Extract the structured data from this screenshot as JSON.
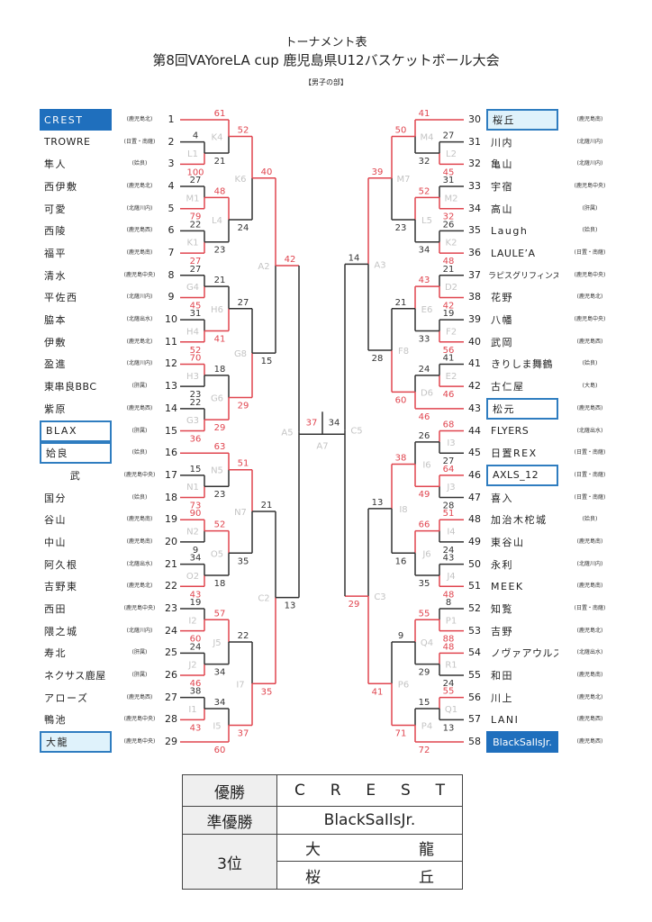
{
  "header": {
    "title": "トーナメント表",
    "subtitle": "第8回VAYoreLA cup 鹿児島県U12バスケットボール大会",
    "division": "【男子の部】"
  },
  "colors": {
    "win": "#e0454f",
    "lose": "#333333",
    "accent": "#1f6fbd",
    "light": "#dff2fb"
  },
  "teams_left": [
    {
      "no": "1",
      "name": "CREST",
      "region": "(鹿児島北)",
      "highlight": "fill"
    },
    {
      "no": "2",
      "name": "TROWRE",
      "region": "(日置・南薩)"
    },
    {
      "no": "3",
      "name": "隼人",
      "region": "(姶良)"
    },
    {
      "no": "4",
      "name": "西伊敷",
      "region": "(鹿児島北)"
    },
    {
      "no": "5",
      "name": "可愛",
      "region": "(北薩川内)"
    },
    {
      "no": "6",
      "name": "西陵",
      "region": "(鹿児島西)"
    },
    {
      "no": "7",
      "name": "福平",
      "region": "(鹿児島南)"
    },
    {
      "no": "8",
      "name": "清水",
      "region": "(鹿児島中央)"
    },
    {
      "no": "9",
      "name": "平佐西",
      "region": "(北薩川内)"
    },
    {
      "no": "10",
      "name": "脇本",
      "region": "(北薩出水)"
    },
    {
      "no": "11",
      "name": "伊敷",
      "region": "(鹿児島北)"
    },
    {
      "no": "12",
      "name": "盈進",
      "region": "(北薩川内)"
    },
    {
      "no": "13",
      "name": "東串良BBC",
      "region": "(肝属)"
    },
    {
      "no": "14",
      "name": "紫原",
      "region": "(鹿児島西)"
    },
    {
      "no": "15",
      "name": "BLAX",
      "region": "(肝属)",
      "highlight": "box"
    },
    {
      "no": "16",
      "name": "姶良",
      "region": "(姶良)",
      "highlight": "box"
    },
    {
      "no": "17",
      "name": "武",
      "region": "(鹿児島中央)"
    },
    {
      "no": "18",
      "name": "国分",
      "region": "(姶良)"
    },
    {
      "no": "19",
      "name": "谷山",
      "region": "(鹿児島南)"
    },
    {
      "no": "20",
      "name": "中山",
      "region": "(鹿児島南)"
    },
    {
      "no": "21",
      "name": "阿久根",
      "region": "(北薩出水)"
    },
    {
      "no": "22",
      "name": "吉野東",
      "region": "(鹿児島北)"
    },
    {
      "no": "23",
      "name": "西田",
      "region": "(鹿児島中央)"
    },
    {
      "no": "24",
      "name": "隈之城",
      "region": "(北薩川内)"
    },
    {
      "no": "25",
      "name": "寿北",
      "region": "(肝属)"
    },
    {
      "no": "26",
      "name": "ネクサス鹿屋",
      "region": "(肝属)"
    },
    {
      "no": "27",
      "name": "アローズ",
      "region": "(鹿児島西)"
    },
    {
      "no": "28",
      "name": "鴨池",
      "region": "(鹿児島中央)"
    },
    {
      "no": "29",
      "name": "大龍",
      "region": "(鹿児島中央)",
      "highlight": "boxlight"
    }
  ],
  "teams_right": [
    {
      "no": "30",
      "name": "桜丘",
      "region": "(鹿児島南)",
      "highlight": "boxlight"
    },
    {
      "no": "31",
      "name": "川内",
      "region": "(北薩川内)"
    },
    {
      "no": "32",
      "name": "亀山",
      "region": "(北薩川内)"
    },
    {
      "no": "33",
      "name": "宇宿",
      "region": "(鹿児島中央)"
    },
    {
      "no": "34",
      "name": "高山",
      "region": "(肝属)"
    },
    {
      "no": "35",
      "name": "Laugh",
      "region": "(姶良)"
    },
    {
      "no": "36",
      "name": "LAULE’A",
      "region": "(日置・南薩)"
    },
    {
      "no": "37",
      "name": "ラピスグリフィンズ",
      "region": "(鹿児島中央)"
    },
    {
      "no": "38",
      "name": "花野",
      "region": "(鹿児島北)"
    },
    {
      "no": "39",
      "name": "八幡",
      "region": "(鹿児島中央)"
    },
    {
      "no": "40",
      "name": "武岡",
      "region": "(鹿児島西)"
    },
    {
      "no": "41",
      "name": "きりしま舞鶴",
      "region": "(姶良)"
    },
    {
      "no": "42",
      "name": "古仁屋",
      "region": "(大島)"
    },
    {
      "no": "43",
      "name": "松元",
      "region": "(鹿児島西)",
      "highlight": "box"
    },
    {
      "no": "44",
      "name": "FLYERS",
      "region": "(北薩出水)"
    },
    {
      "no": "45",
      "name": "日置REX",
      "region": "(日置・南薩)"
    },
    {
      "no": "46",
      "name": "AXLS_12",
      "region": "(日置・南薩)",
      "highlight": "box"
    },
    {
      "no": "47",
      "name": "喜入",
      "region": "(日置・南薩)"
    },
    {
      "no": "48",
      "name": "加治木柁城",
      "region": "(姶良)"
    },
    {
      "no": "49",
      "name": "東谷山",
      "region": "(鹿児島南)"
    },
    {
      "no": "50",
      "name": "永利",
      "region": "(北薩川内)"
    },
    {
      "no": "51",
      "name": "MEEK",
      "region": "(鹿児島南)"
    },
    {
      "no": "52",
      "name": "知覧",
      "region": "(日置・南薩)"
    },
    {
      "no": "53",
      "name": "吉野",
      "region": "(鹿児島北)"
    },
    {
      "no": "54",
      "name": "ノヴァアウルズ",
      "region": "(北薩出水)"
    },
    {
      "no": "55",
      "name": "和田",
      "region": "(鹿児島南)"
    },
    {
      "no": "56",
      "name": "川上",
      "region": "(鹿児島北)"
    },
    {
      "no": "57",
      "name": "LANI",
      "region": "(鹿児島西)"
    },
    {
      "no": "58",
      "name": "BlackSaIlsJr.",
      "region": "(鹿児島西)",
      "highlight": "fill"
    }
  ],
  "bracket": {
    "left": {
      "label": "A5",
      "scores": [
        42,
        13
      ],
      "a": {
        "label": "A2",
        "scores": [
          40,
          15
        ],
        "a": {
          "label": "K6",
          "scores": [
            52,
            24
          ],
          "a": {
            "label": "K4",
            "scores": [
              61,
              21
            ],
            "a": 1,
            "b": {
              "label": "L1",
              "scores": [
                4,
                100
              ],
              "a": 2,
              "b": 3
            }
          },
          "b": {
            "label": "L4",
            "scores": [
              48,
              23
            ],
            "a": {
              "label": "M1",
              "scores": [
                27,
                79
              ],
              "a": 4,
              "b": 5
            },
            "b": {
              "label": "K1",
              "scores": [
                22,
                27
              ],
              "a": 6,
              "b": 7
            }
          }
        },
        "b": {
          "label": "G8",
          "scores": [
            27,
            29
          ],
          "a": {
            "label": "H6",
            "scores": [
              21,
              41
            ],
            "a": {
              "label": "G4",
              "scores": [
                27,
                45
              ],
              "a": 8,
              "b": 9
            },
            "b": {
              "label": "H4",
              "scores": [
                31,
                52
              ],
              "a": 10,
              "b": 11
            }
          },
          "b": {
            "label": "G6",
            "scores": [
              18,
              29
            ],
            "a": {
              "label": "H3",
              "scores": [
                70,
                23
              ],
              "a": 12,
              "b": 13
            },
            "b": {
              "label": "G3",
              "scores": [
                22,
                36
              ],
              "a": 14,
              "b": 15
            }
          }
        }
      },
      "b": {
        "label": "C2",
        "scores": [
          21,
          35
        ],
        "a": {
          "label": "N7",
          "scores": [
            51,
            35
          ],
          "a": {
            "label": "N5",
            "scores": [
              63,
              23
            ],
            "a": 16,
            "b": {
              "label": "N1",
              "scores": [
                15,
                73
              ],
              "a": 17,
              "b": 18
            }
          },
          "b": {
            "label": "O5",
            "scores": [
              52,
              18
            ],
            "a": {
              "label": "N2",
              "scores": [
                90,
                9
              ],
              "a": 19,
              "b": 20
            },
            "b": {
              "label": "O2",
              "scores": [
                34,
                43
              ],
              "a": 21,
              "b": 22
            }
          }
        },
        "b": {
          "label": "I7",
          "scores": [
            22,
            37
          ],
          "a": {
            "label": "J5",
            "scores": [
              57,
              34
            ],
            "a": {
              "label": "I2",
              "scores": [
                19,
                60
              ],
              "a": 23,
              "b": 24
            },
            "b": {
              "label": "J2",
              "scores": [
                24,
                46
              ],
              "a": 25,
              "b": 26
            }
          },
          "b": {
            "label": "I5",
            "scores": [
              34,
              60
            ],
            "a": {
              "label": "I1",
              "scores": [
                38,
                43
              ],
              "a": 27,
              "b": 28
            },
            "b": 29
          }
        }
      }
    },
    "right": {
      "label": "C5",
      "scores": [
        14,
        29
      ],
      "a": {
        "label": "A3",
        "scores": [
          39,
          28
        ],
        "a": {
          "label": "M7",
          "scores": [
            50,
            23
          ],
          "a": {
            "label": "M4",
            "scores": [
              41,
              32
            ],
            "a": 30,
            "b": {
              "label": "L2",
              "scores": [
                27,
                45
              ],
              "a": 31,
              "b": 32
            }
          },
          "b": {
            "label": "L5",
            "scores": [
              52,
              34
            ],
            "a": {
              "label": "M2",
              "scores": [
                31,
                32
              ],
              "a": 33,
              "b": 34
            },
            "b": {
              "label": "K2",
              "scores": [
                26,
                48
              ],
              "a": 35,
              "b": 36
            }
          }
        },
        "b": {
          "label": "F8",
          "scores": [
            21,
            60
          ],
          "a": {
            "label": "E6",
            "scores": [
              43,
              33
            ],
            "a": {
              "label": "D2",
              "scores": [
                21,
                42
              ],
              "a": 37,
              "b": 38
            },
            "b": {
              "label": "F2",
              "scores": [
                19,
                56
              ],
              "a": 39,
              "b": 40
            }
          },
          "b": {
            "label": "D6",
            "scores": [
              24,
              46
            ],
            "a": {
              "label": "E2",
              "scores": [
                41,
                46
              ],
              "a": 41,
              "b": 42
            },
            "b": 43
          }
        }
      },
      "b": {
        "label": "C3",
        "scores": [
          13,
          41
        ],
        "a": {
          "label": "I8",
          "scores": [
            38,
            16
          ],
          "a": {
            "label": "I6",
            "scores": [
              26,
              49
            ],
            "a": {
              "label": "I3",
              "scores": [
                68,
                27
              ],
              "a": 44,
              "b": 45
            },
            "b": {
              "label": "J3",
              "scores": [
                64,
                28
              ],
              "a": 46,
              "b": 47
            }
          },
          "b": {
            "label": "J6",
            "scores": [
              66,
              35
            ],
            "a": {
              "label": "I4",
              "scores": [
                51,
                24
              ],
              "a": 48,
              "b": 49
            },
            "b": {
              "label": "J4",
              "scores": [
                43,
                48
              ],
              "a": 50,
              "b": 51
            }
          }
        },
        "b": {
          "label": "P6",
          "scores": [
            9,
            71
          ],
          "a": {
            "label": "Q4",
            "scores": [
              55,
              29
            ],
            "a": {
              "label": "P1",
              "scores": [
                8,
                88
              ],
              "a": 52,
              "b": 53
            },
            "b": {
              "label": "R1",
              "scores": [
                48,
                24
              ],
              "a": 54,
              "b": 55
            }
          },
          "b": {
            "label": "P4",
            "scores": [
              15,
              72
            ],
            "a": {
              "label": "Q1",
              "scores": [
                55,
                13
              ],
              "a": 56,
              "b": 57
            },
            "b": 58
          }
        }
      }
    },
    "final": {
      "label": "A7",
      "scores": [
        37,
        34
      ]
    }
  },
  "results": {
    "champion_label": "優勝",
    "champion": "CREST",
    "runner_up_label": "準優勝",
    "runner_up": "BlackSaIlsJr.",
    "third_label": "3位",
    "third": [
      "大龍",
      "桜丘"
    ]
  }
}
